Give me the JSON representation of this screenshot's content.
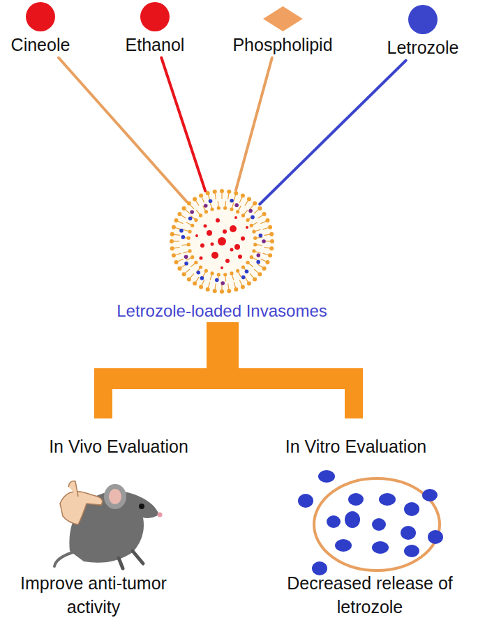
{
  "diagram": {
    "nodes": [
      {
        "text": [
          "Cineole"
        ]
      },
      {
        "text": [
          "Ethanol"
        ]
      },
      {
        "text": [
          "Phospholipid"
        ]
      },
      {
        "text": [
          "Letrozole"
        ]
      },
      {
        "text": [
          "Letrozole-loaded Invasomes"
        ]
      }
    ],
    "edges": [
      {
        "from": 0,
        "to": 4,
        "arrow": "none"
      },
      {
        "from": 1,
        "to": 4,
        "arrow": "none"
      },
      {
        "from": 2,
        "to": 4,
        "arrow": "none"
      },
      {
        "from": 3,
        "to": 4,
        "arrow": "none"
      }
    ],
    "labels": [
      "In Vivo Evaluation",
      "Improve anti-tumor activity",
      "In Vitro Evaluation",
      "Decreased release of letrozole"
    ]
  }
}
